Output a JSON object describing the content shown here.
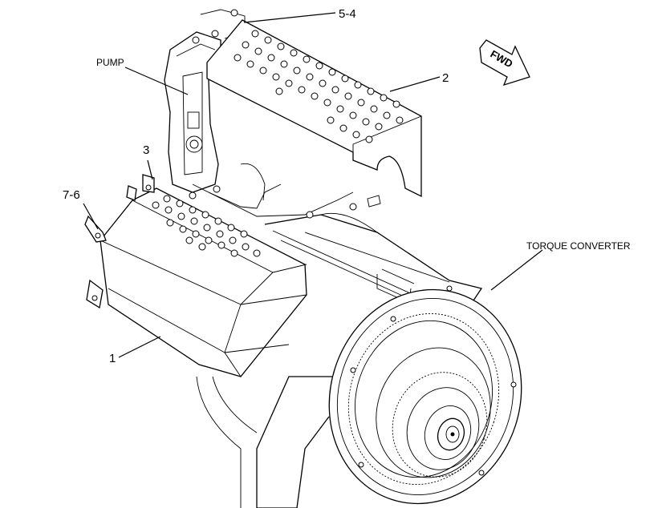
{
  "callouts": {
    "c54": "5-4",
    "c2": "2",
    "c3": "3",
    "c76": "7-6",
    "c1": "1"
  },
  "labels": {
    "pump": "PUMP",
    "torque_converter": "TORQUE CONVERTER",
    "fwd": "FWD"
  }
}
